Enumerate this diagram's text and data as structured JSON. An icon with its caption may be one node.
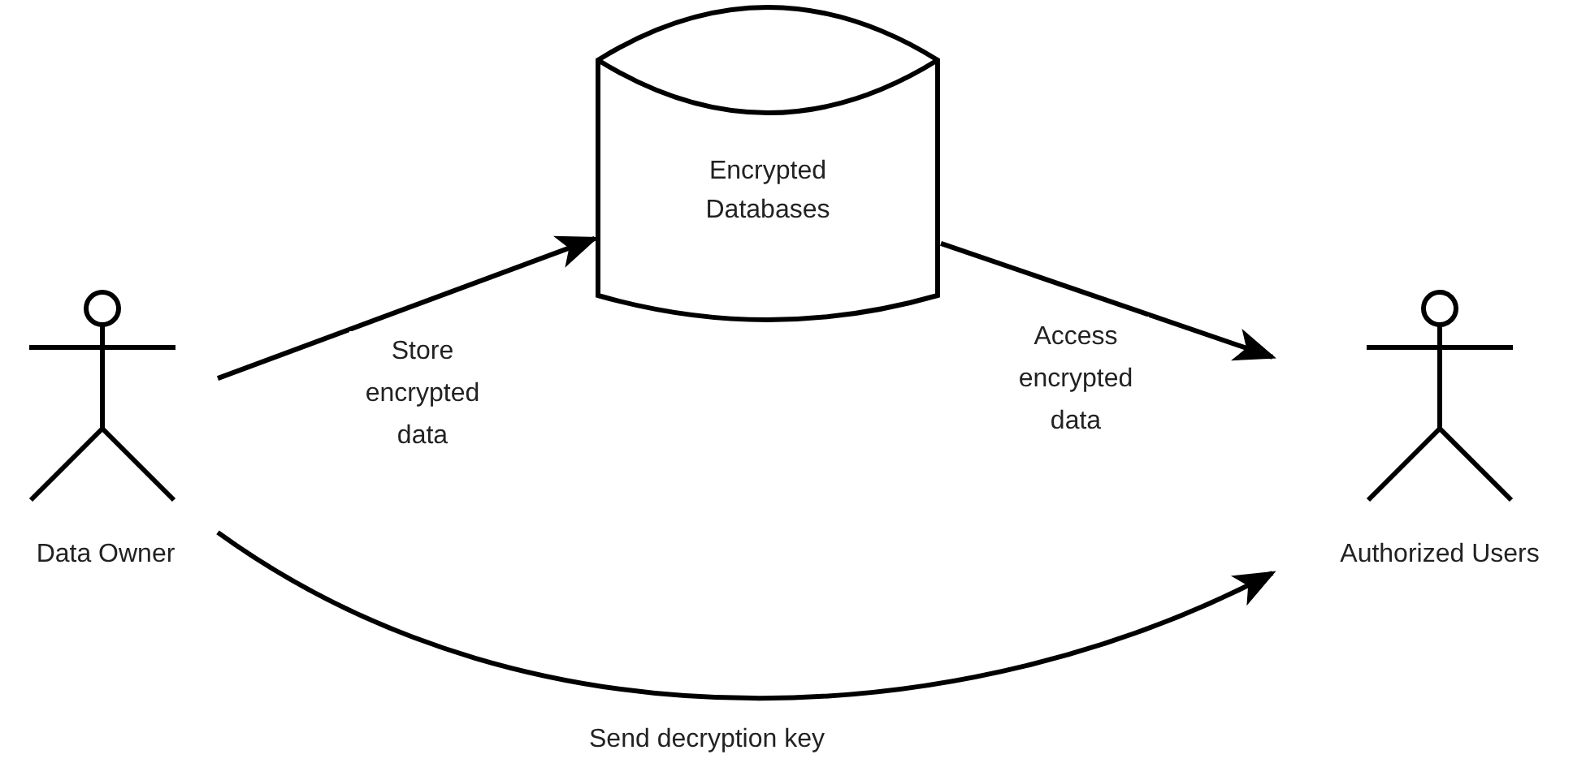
{
  "diagram": {
    "nodes": [
      {
        "text": [
          "Data Owner"
        ]
      },
      {
        "text": [
          "Encrypted Databases"
        ]
      },
      {
        "text": [
          "Authorized Users"
        ]
      }
    ],
    "edges": [
      {
        "from": 0,
        "to": 1,
        "arrow": "to",
        "label": "Store encrypted data"
      },
      {
        "from": 1,
        "to": 2,
        "arrow": "to",
        "label": "Access encrypted data"
      },
      {
        "from": 0,
        "to": 2,
        "arrow": "to",
        "label": "Send decryption key"
      }
    ]
  }
}
